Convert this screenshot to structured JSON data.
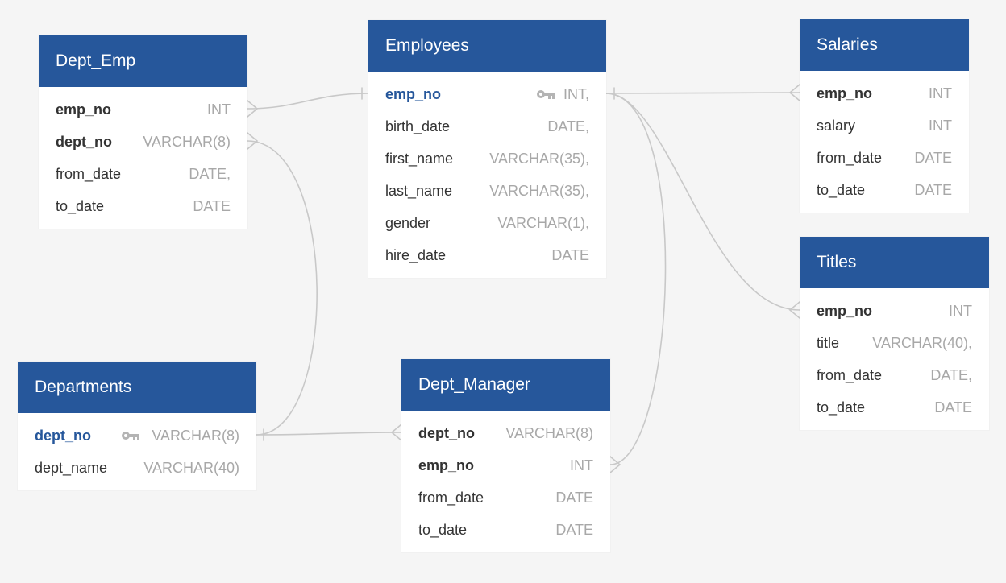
{
  "colors": {
    "header_bg": "#26579b",
    "header_text": "#ffffff",
    "canvas_bg": "#f5f5f5",
    "primary_key_text": "#26579b",
    "type_text": "#a8a8a8",
    "connector_line": "#c8c8c8",
    "key_icon": "#b4b4b4"
  },
  "tables": {
    "dept_emp": {
      "title": "Dept_Emp",
      "fields": [
        {
          "name": "emp_no",
          "type": "INT",
          "role": "fk"
        },
        {
          "name": "dept_no",
          "type": "VARCHAR(8)",
          "role": "fk"
        },
        {
          "name": "from_date",
          "type": "DATE,",
          "role": "plain"
        },
        {
          "name": "to_date",
          "type": "DATE",
          "role": "plain"
        }
      ]
    },
    "employees": {
      "title": "Employees",
      "fields": [
        {
          "name": "emp_no",
          "type": "INT,",
          "role": "pk",
          "icon": "key-icon"
        },
        {
          "name": "birth_date",
          "type": "DATE,",
          "role": "plain"
        },
        {
          "name": "first_name",
          "type": "VARCHAR(35),",
          "role": "plain"
        },
        {
          "name": "last_name",
          "type": "VARCHAR(35),",
          "role": "plain"
        },
        {
          "name": "gender",
          "type": "VARCHAR(1),",
          "role": "plain"
        },
        {
          "name": "hire_date",
          "type": "DATE",
          "role": "plain"
        }
      ]
    },
    "salaries": {
      "title": "Salaries",
      "fields": [
        {
          "name": "emp_no",
          "type": "INT",
          "role": "fk"
        },
        {
          "name": "salary",
          "type": "INT",
          "role": "plain"
        },
        {
          "name": "from_date",
          "type": "DATE",
          "role": "plain"
        },
        {
          "name": "to_date",
          "type": "DATE",
          "role": "plain"
        }
      ]
    },
    "titles": {
      "title": "Titles",
      "fields": [
        {
          "name": "emp_no",
          "type": "INT",
          "role": "fk"
        },
        {
          "name": "title",
          "type": "VARCHAR(40),",
          "role": "plain"
        },
        {
          "name": "from_date",
          "type": "DATE,",
          "role": "plain"
        },
        {
          "name": "to_date",
          "type": "DATE",
          "role": "plain"
        }
      ]
    },
    "departments": {
      "title": "Departments",
      "fields": [
        {
          "name": "dept_no",
          "type": "VARCHAR(8)",
          "role": "pk",
          "icon": "key-icon"
        },
        {
          "name": "dept_name",
          "type": "VARCHAR(40)",
          "role": "plain"
        }
      ]
    },
    "dept_manager": {
      "title": "Dept_Manager",
      "fields": [
        {
          "name": "dept_no",
          "type": "VARCHAR(8)",
          "role": "fk"
        },
        {
          "name": "emp_no",
          "type": "INT",
          "role": "fk"
        },
        {
          "name": "from_date",
          "type": "DATE",
          "role": "plain"
        },
        {
          "name": "to_date",
          "type": "DATE",
          "role": "plain"
        }
      ]
    }
  },
  "relationships": [
    {
      "from_table": "Dept_Emp",
      "from_field": "emp_no",
      "to_table": "Employees",
      "to_field": "emp_no",
      "from_end": "many",
      "to_end": "one"
    },
    {
      "from_table": "Salaries",
      "from_field": "emp_no",
      "to_table": "Employees",
      "to_field": "emp_no",
      "from_end": "many",
      "to_end": "one"
    },
    {
      "from_table": "Titles",
      "from_field": "emp_no",
      "to_table": "Employees",
      "to_field": "emp_no",
      "from_end": "many",
      "to_end": "one"
    },
    {
      "from_table": "Dept_Manager",
      "from_field": "emp_no",
      "to_table": "Employees",
      "to_field": "emp_no",
      "from_end": "many",
      "to_end": "one"
    },
    {
      "from_table": "Dept_Emp",
      "from_field": "dept_no",
      "to_table": "Departments",
      "to_field": "dept_no",
      "from_end": "many",
      "to_end": "one"
    },
    {
      "from_table": "Dept_Manager",
      "from_field": "dept_no",
      "to_table": "Departments",
      "to_field": "dept_no",
      "from_end": "many",
      "to_end": "one"
    }
  ]
}
